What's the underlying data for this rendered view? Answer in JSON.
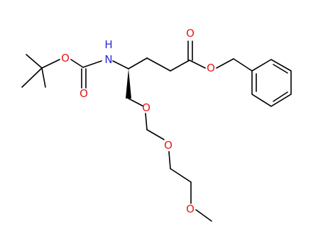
{
  "molecule": {
    "colors": {
      "bond": "#000000",
      "oxygen": "#e8191b",
      "nitrogen": "#2a2ad6"
    },
    "atoms": {
      "o_boc_ester": "O",
      "o_boc_carbonyl": "O",
      "n_amide": "N",
      "h_amide": "H",
      "o_ester_carbonyl": "O",
      "o_ester_benzyl": "O",
      "o_ether_1": "O",
      "o_ether_2": "O",
      "o_methoxy": "O"
    }
  }
}
